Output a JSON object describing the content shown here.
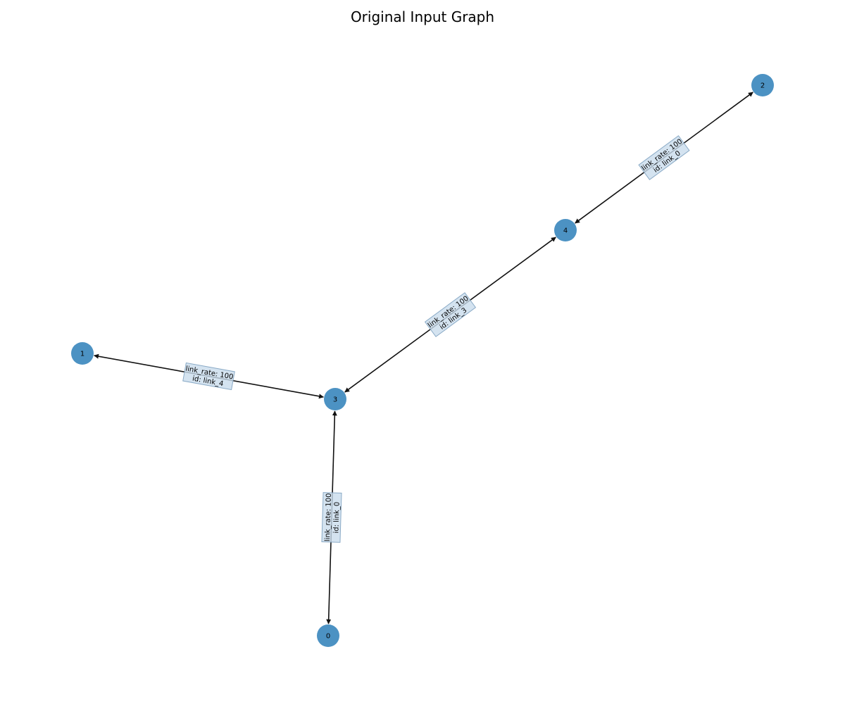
{
  "title": "Original Input Graph",
  "colors": {
    "node_fill": "#1f77b4",
    "edge": "#000000",
    "label_box_fill": "#c9dcec",
    "label_box_stroke": "#8aaac6"
  },
  "nodes": [
    {
      "id": "n0",
      "label": "0"
    },
    {
      "id": "n1",
      "label": "1"
    },
    {
      "id": "n2",
      "label": "2"
    },
    {
      "id": "n3",
      "label": "3"
    },
    {
      "id": "n4",
      "label": "4"
    }
  ],
  "edges": [
    {
      "from": "n1",
      "to": "n3",
      "line1": "link_rate: 100",
      "line2": "id: link_4"
    },
    {
      "from": "n3",
      "to": "n4",
      "line1": "link_rate: 100",
      "line2": "id: link_3"
    },
    {
      "from": "n4",
      "to": "n2",
      "line1": "link_rate: 100",
      "line2": "id: link_0"
    },
    {
      "from": "n3",
      "to": "n0",
      "line1": "link_rate: 100",
      "line2": "id: link_0"
    }
  ]
}
